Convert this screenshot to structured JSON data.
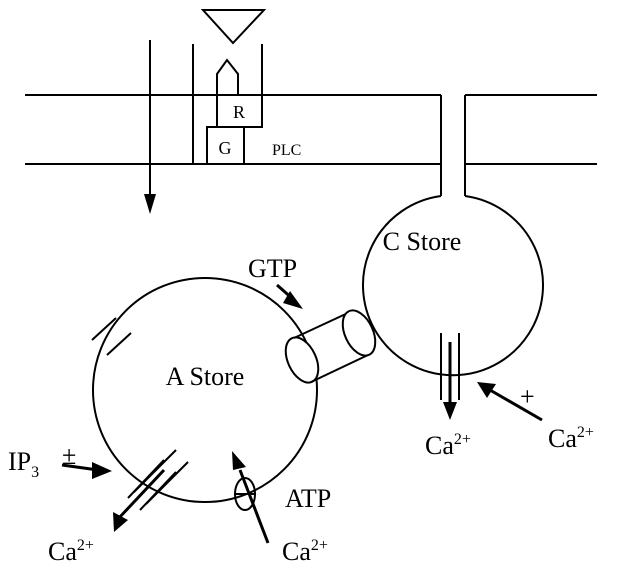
{
  "labels": {
    "receptor": "R",
    "g_protein": "G",
    "plc": "PLC",
    "c_store": "C Store",
    "a_store": "A Store",
    "gtp": "GTP",
    "atp": "ATP",
    "ip3_base": "IP",
    "ip3_sub": "3",
    "ip3_sign": "±",
    "c_store_sign": "+",
    "ca_base": "Ca",
    "ca_sup": "2+"
  }
}
